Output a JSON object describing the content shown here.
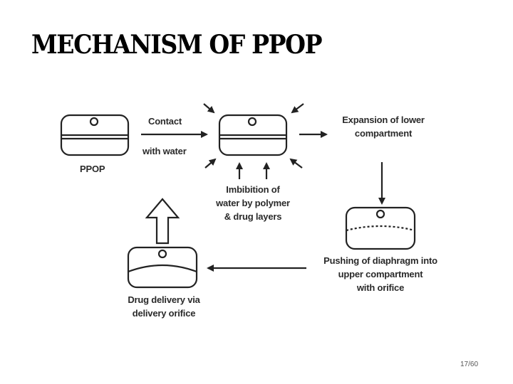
{
  "title": "MECHANISM OF PPOP",
  "labels": {
    "ppop": "PPOP",
    "contact": "Contact",
    "with_water": "with water",
    "imbibition": "Imbibition of\nwater by polymer\n& drug layers",
    "expansion": "Expansion of lower\ncompartment",
    "pushing": "Pushing of diaphragm into\nupper compartment\nwith orifice",
    "drug_delivery": "Drug delivery via\ndelivery orifice"
  },
  "page_number": "17/60"
}
